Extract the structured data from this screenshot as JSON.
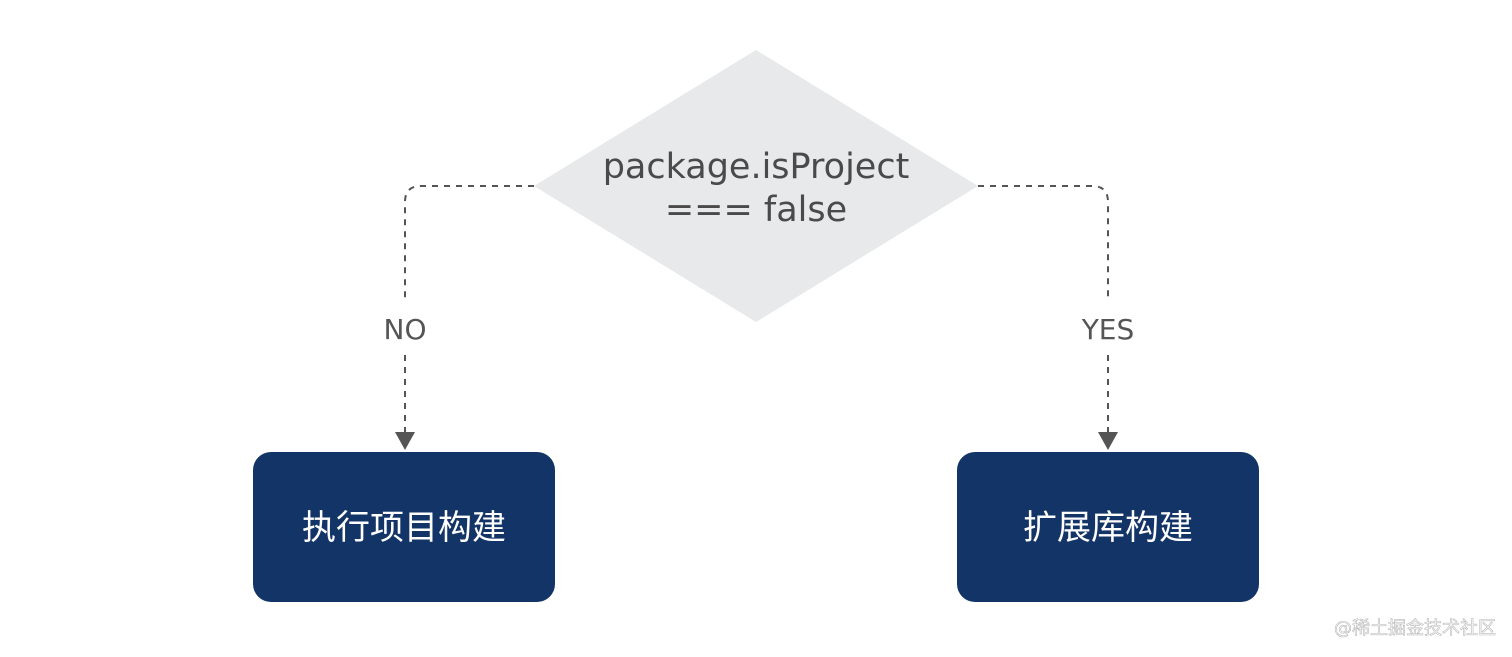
{
  "decision": {
    "line1": "package.isProject",
    "line2": "=== false"
  },
  "branches": {
    "no_label": "NO",
    "yes_label": "YES"
  },
  "nodes": {
    "left": "执行项目构建",
    "right": "扩展库构建"
  },
  "watermark": "@稀土掘金技术社区",
  "colors": {
    "diamond_fill": "#e8e9ea",
    "box_fill": "#133467",
    "arrow": "#555555"
  }
}
